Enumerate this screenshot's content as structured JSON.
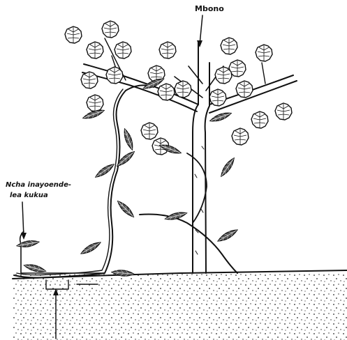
{
  "labels": {
    "top": "Mbono",
    "left_line1": "Ncha inayoende-",
    "left_line2": "lea kukua"
  },
  "colors": {
    "ink": "#111111",
    "background": "#ffffff"
  }
}
